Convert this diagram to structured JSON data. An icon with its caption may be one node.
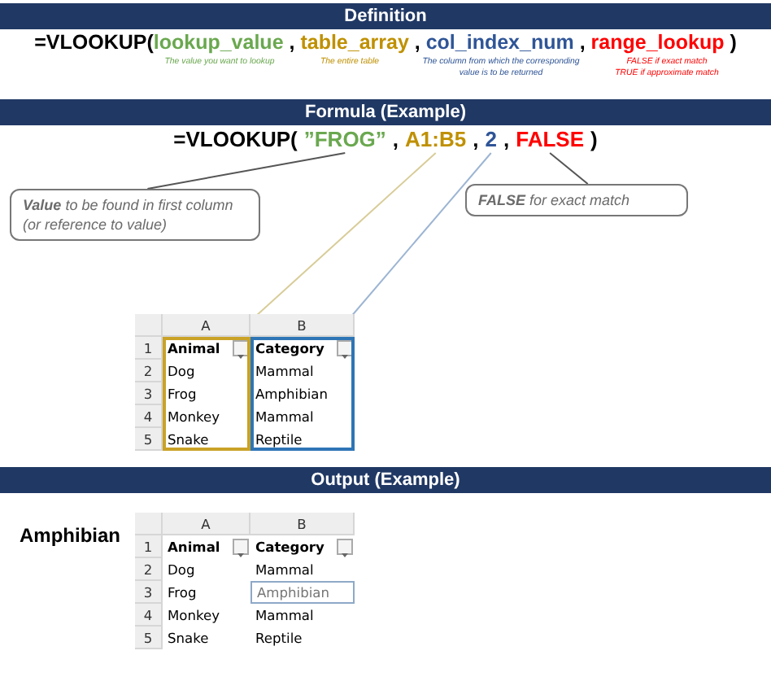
{
  "diagram": {
    "nodes": [
      {
        "text": [
          "Definition"
        ]
      },
      {
        "text": [
          "Formula (Example)"
        ]
      },
      {
        "text": [
          "”FROG”"
        ]
      },
      {
        "text": [
          "A1:B5"
        ]
      },
      {
        "text": [
          "2"
        ]
      },
      {
        "text": [
          "FALSE"
        ]
      },
      {
        "text": [
          "**Value** to be found in first column (or reference to value)"
        ]
      },
      {
        "text": [
          "**FALSE** for exact match"
        ]
      },
      {
        "text": [],
        "shape": "box"
      },
      {
        "text": [],
        "shape": "box"
      },
      {
        "text": [
          "Output (Example)"
        ]
      }
    ],
    "edges": [
      {
        "from": 6,
        "to": 2,
        "arrow": "none"
      },
      {
        "from": 7,
        "to": 5,
        "arrow": "none"
      },
      {
        "from": 3,
        "to": 8,
        "arrow": "to",
        "color": "#d8cc98"
      },
      {
        "from": 4,
        "to": 9,
        "arrow": "to",
        "color": "#9db5d3"
      }
    ],
    "labels": [
      "=VLOOKUP(",
      "lookup_value",
      ",",
      "table_array",
      ",",
      "col_index_num",
      ",",
      "range_lookup",
      ")",
      "The value you want to lookup",
      "The entire table",
      "The column from which the corresponding value is to be returned",
      "FALSE if exact match",
      "TRUE if approximate match",
      "=VLOOKUP(",
      ",",
      ",",
      ",",
      ")",
      "A",
      "B",
      "1",
      "Animal",
      "Category",
      "2",
      "Dog",
      "Mammal",
      "3",
      "Frog",
      "Amphibian",
      "4",
      "Monkey",
      "Mammal",
      "5",
      "Snake",
      "Reptile",
      "Amphibian",
      "A",
      "B",
      "1",
      "Animal",
      "Category",
      "2",
      "Dog",
      "Mammal",
      "3",
      "Frog",
      "Amphibian",
      "4",
      "Monkey",
      "Mammal",
      "5",
      "Snake",
      "Reptile"
    ]
  }
}
